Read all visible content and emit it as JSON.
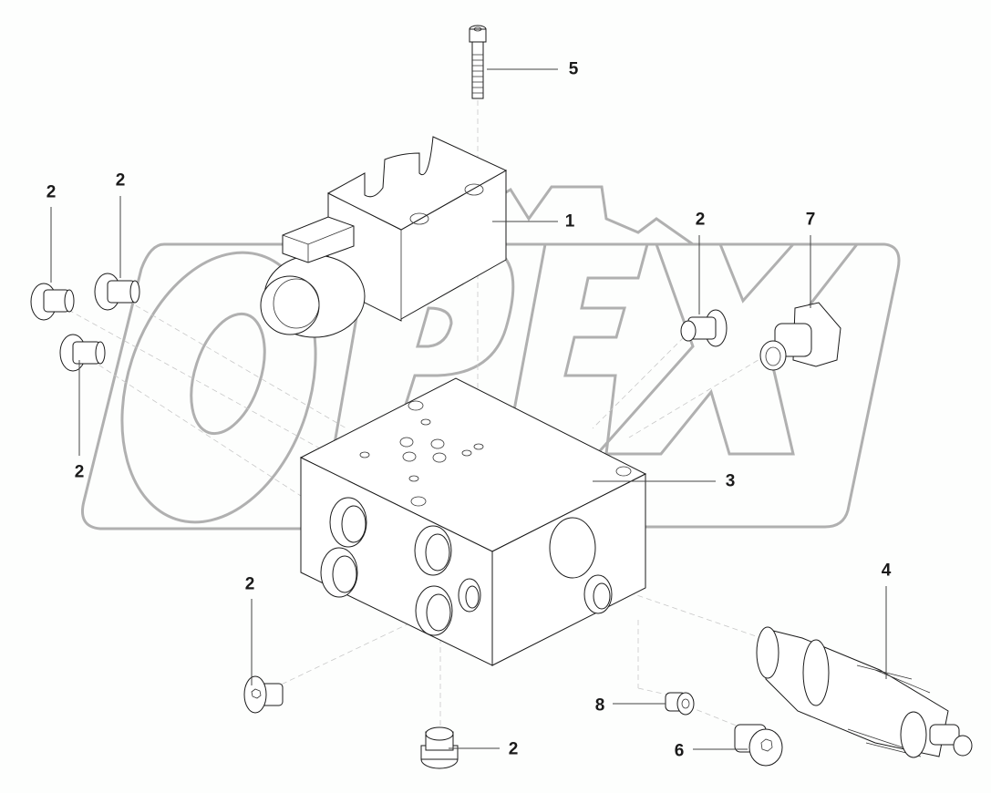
{
  "diagram": {
    "type": "exploded-parts-diagram",
    "subject": "hydraulic valve block assembly",
    "watermark": "OPEX",
    "colors": {
      "line": "#1a1a1a",
      "watermark": "#b0b0b0",
      "background": "#fdfefd"
    },
    "callouts": [
      {
        "id": "c5",
        "label": "5",
        "part": "socket head cap screw"
      },
      {
        "id": "c1",
        "label": "1",
        "part": "solenoid valve"
      },
      {
        "id": "c2a",
        "label": "2",
        "part": "plug"
      },
      {
        "id": "c2b",
        "label": "2",
        "part": "plug"
      },
      {
        "id": "c2c",
        "label": "2",
        "part": "plug"
      },
      {
        "id": "c2d",
        "label": "2",
        "part": "plug"
      },
      {
        "id": "c7",
        "label": "7",
        "part": "fitting / check valve"
      },
      {
        "id": "c3",
        "label": "3",
        "part": "manifold block"
      },
      {
        "id": "c4",
        "label": "4",
        "part": "pressure relief valve cartridge"
      },
      {
        "id": "c2e",
        "label": "2",
        "part": "hex socket plug"
      },
      {
        "id": "c2f",
        "label": "2",
        "part": "plug"
      },
      {
        "id": "c8",
        "label": "8",
        "part": "set screw / orifice"
      },
      {
        "id": "c6",
        "label": "6",
        "part": "hex socket plug"
      }
    ]
  }
}
